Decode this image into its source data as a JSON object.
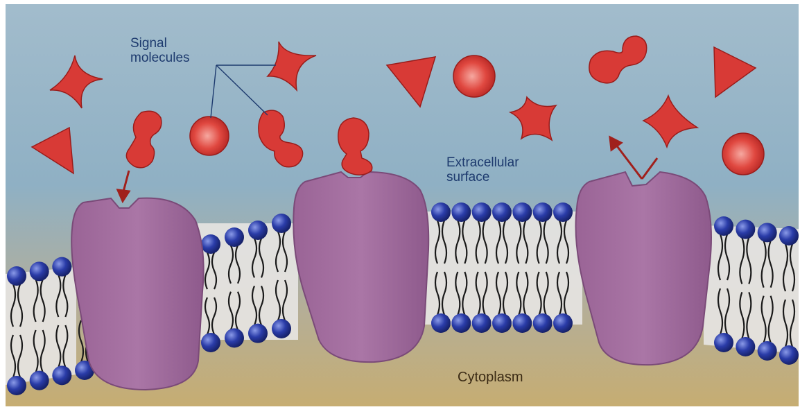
{
  "labels": {
    "signal_line1": "Signal",
    "signal_line2": "molecules",
    "extracellular_line1": "Extracellular",
    "extracellular_line2": "surface",
    "cytoplasm": "Cytoplasm"
  },
  "colors": {
    "extracellular": "#8fb0c4",
    "cytoplasm": "#c4ae78",
    "membrane_interior": "#e8e6e4",
    "phospholipid_head": "#283a9e",
    "receptor": "#a06a9e",
    "signal_molecule": "#d83a36"
  }
}
